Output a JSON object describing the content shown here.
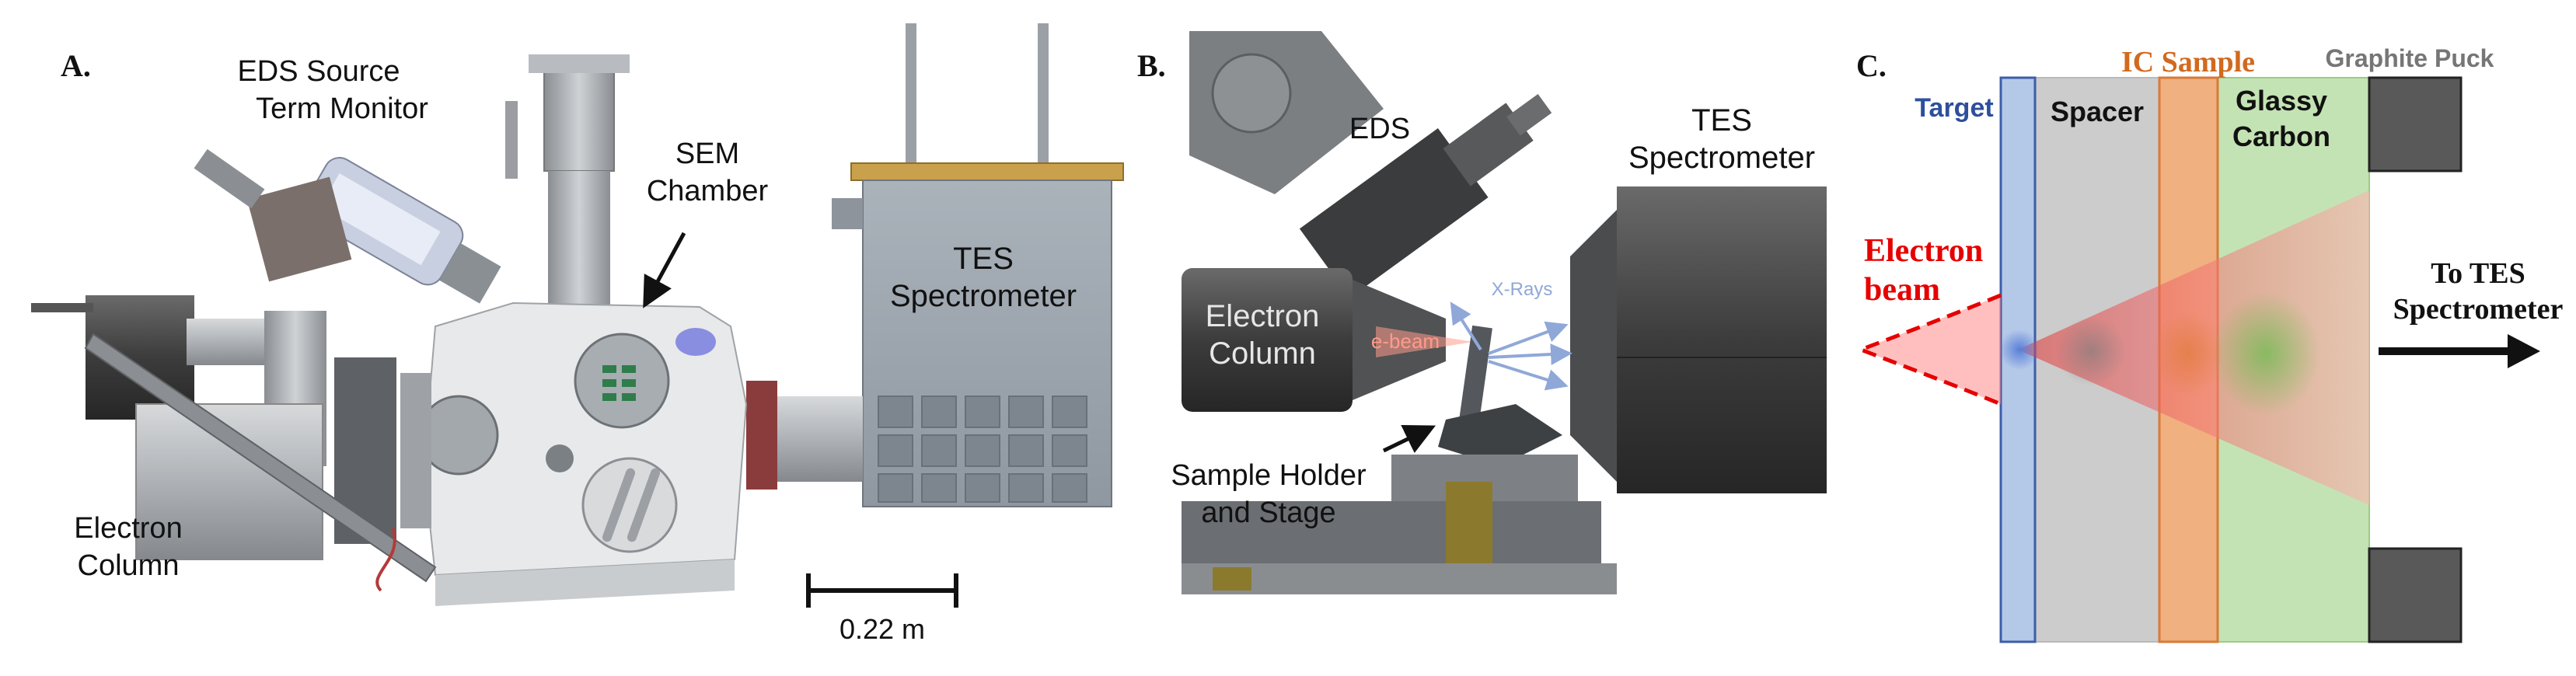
{
  "panel_a": {
    "letter": "A.",
    "eds_monitor_line1": "EDS Source",
    "eds_monitor_line2": "Term Monitor",
    "sem_line1": "SEM",
    "sem_line2": "Chamber",
    "tes_line1": "TES",
    "tes_line2": "Spectrometer",
    "electron_line1": "Electron",
    "electron_line2": "Column",
    "scale_label": "0.22 m"
  },
  "panel_b": {
    "letter": "B.",
    "eds": "EDS",
    "tes_line1": "TES",
    "tes_line2": "Spectrometer",
    "electron_line1": "Electron",
    "electron_line2": "Column",
    "ebeam": "e-beam",
    "xrays": "X-Rays",
    "holder_line1": "Sample Holder",
    "holder_line2": "and Stage"
  },
  "panel_c": {
    "letter": "C.",
    "target": "Target",
    "spacer": "Spacer",
    "ic_sample": "IC Sample",
    "graphite_puck": "Graphite Puck",
    "glassy_line1": "Glassy",
    "glassy_line2": "Carbon",
    "electron_line1": "Electron",
    "electron_line2": "beam",
    "to_tes_line1": "To TES",
    "to_tes_line2": "Spectrometer"
  },
  "colors": {
    "target": "#b4c8e8",
    "target_text": "#2e4f9c",
    "spacer": "#cccccc",
    "ic_sample": "#f0b080",
    "ic_sample_text": "#d2691e",
    "glassy": "#c4e3b4",
    "graphite": "#595959",
    "graphite_text": "#767676",
    "electron_text": "#e60000",
    "ebeam_text": "#ff9a8a",
    "xray_text": "#8fa8d8"
  }
}
